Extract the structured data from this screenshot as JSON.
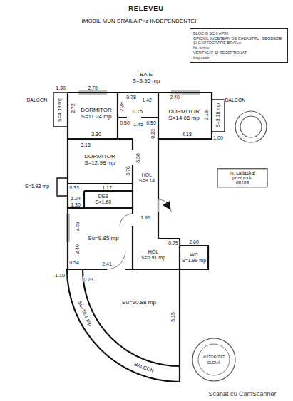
{
  "diagram": {
    "title": "RELEVEU",
    "nodes": [
      {
        "text": [
          "BLOC G SC 6 AP88",
          "OFICIUL JUDEȚEAN DE CADASTRU, GEODEZIE ȘI CARTOGRAFIE BRĂILA",
          "Nr. ferme",
          "VERIFICAT ȘI RECEPȚIONAT",
          "Inspector"
        ]
      },
      {
        "text": [
          "nr. cadastral provizoriu",
          "68188"
        ]
      },
      {
        "text": [
          "BAIE",
          "S=3.95 mp"
        ]
      },
      {
        "text": [
          "DORMITOR",
          "S=11.24 mp"
        ]
      },
      {
        "text": [
          "S=4.39 mp"
        ]
      },
      {
        "text": [
          "DORMITOR",
          "S=14.06 mp"
        ]
      },
      {
        "text": [
          "S=3.18 mp"
        ]
      },
      {
        "text": [
          "DORMITOR",
          "S=12.98 mp"
        ]
      },
      {
        "text": [
          "HOL",
          "S=9.14"
        ]
      },
      {
        "text": [
          "S=1.93 mp"
        ]
      },
      {
        "text": [
          "DEB",
          "S=1.60"
        ]
      },
      {
        "text": [
          "Su=9.85 mp"
        ]
      },
      {
        "text": [
          "HOL",
          "S=6.91 mp"
        ]
      },
      {
        "text": [
          "WC",
          "S=1.99 mp"
        ]
      },
      {
        "text": [
          "Su=20.88 mp"
        ]
      },
      {
        "text": [
          "Su=10.1 mp",
          "BALCON"
        ]
      },
      {
        "text": [
          "AUTORIZAT",
          "ELENA"
        ]
      }
    ],
    "labels": [
      "IMOBIL MUN BRĂILA P+z INDEPENDENȚEI",
      "BALCON",
      "BALCON",
      "1.30",
      "2.70",
      "2.72",
      "3.30",
      "2.28",
      "0.78",
      "1.42",
      "0.75",
      "2.40",
      "4.18",
      "3.18",
      "1.00",
      "0.50",
      "1.45",
      "0.50",
      "0.23",
      "6.38",
      "3.18",
      "3.76",
      "0.33",
      "1.24",
      "1.17",
      "1.30",
      "3.53",
      "3.40",
      "1.96",
      "0.54",
      "2.41",
      "2.60",
      "0.75",
      "1.10",
      "0.23",
      "5.15",
      "Scanat cu CamScanner"
    ]
  }
}
